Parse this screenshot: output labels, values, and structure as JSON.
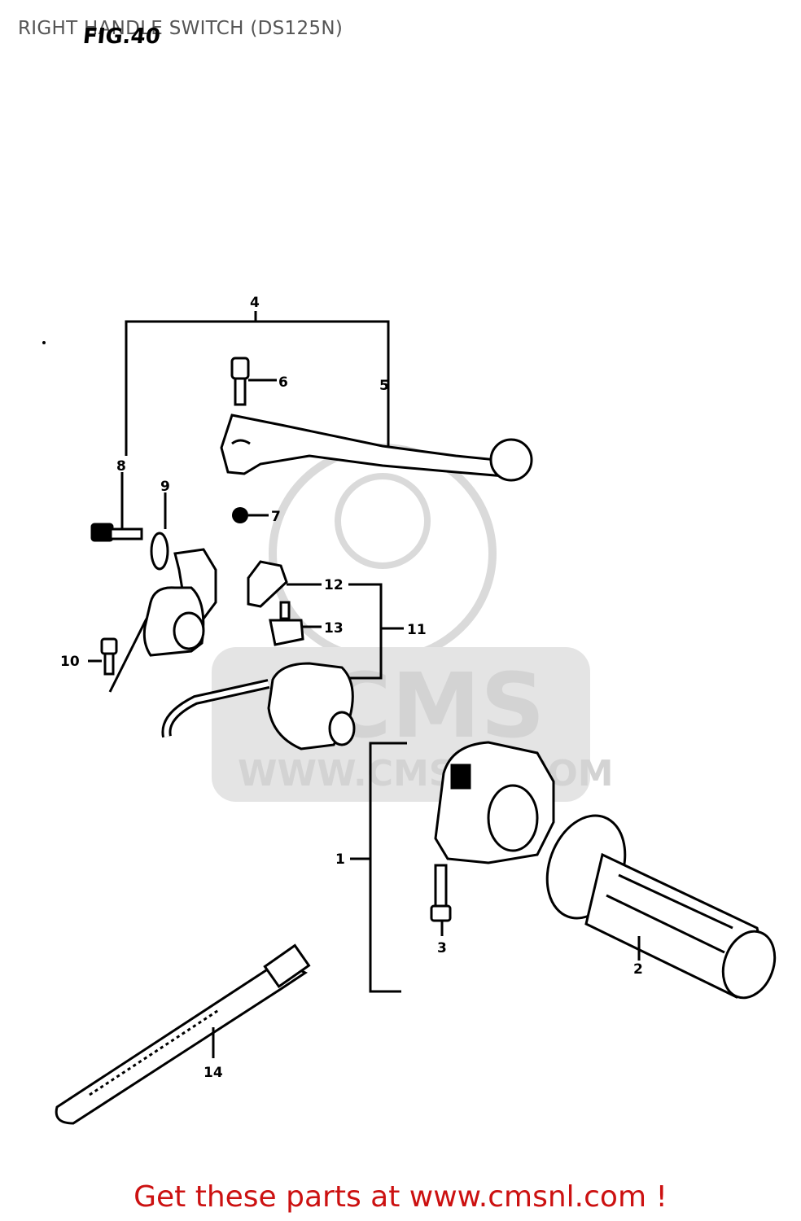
{
  "header": {
    "title": "RIGHT HANDLE SWITCH (DS125N)",
    "fig_label": "FIG.40"
  },
  "watermark": {
    "brand": "CMS",
    "url": "WWW.CMSNL.COM",
    "color": "#cfcfcf"
  },
  "callouts": {
    "p1": "1",
    "p2": "2",
    "p3": "3",
    "p4": "4",
    "p5": "5",
    "p6": "6",
    "p7": "7",
    "p8": "8",
    "p9": "9",
    "p10": "10",
    "p11": "11",
    "p12": "12",
    "p13": "13",
    "p14": "14"
  },
  "footer": {
    "cta": "Get these parts at www.cmsnl.com !",
    "color": "#cc1111"
  }
}
